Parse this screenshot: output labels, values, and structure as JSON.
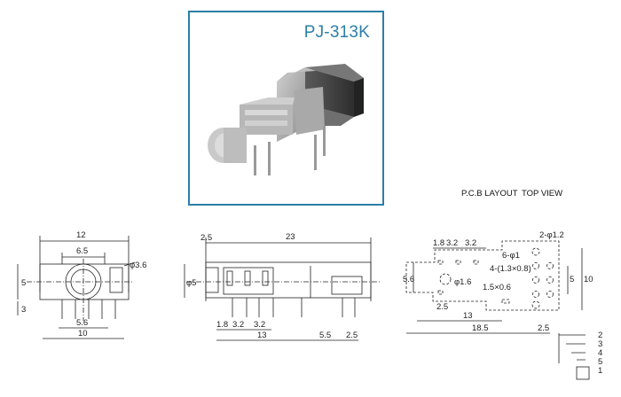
{
  "product": {
    "model": "PJ-313K"
  },
  "pcb": {
    "layout_label": "P.C.B LAYOUT",
    "view_label": "TOP VIEW"
  },
  "front_view": {
    "width": "12",
    "inner": "6.5",
    "hole_dia": "φ3.6",
    "height": "5",
    "lower": "3",
    "pin_pitch": "5.6",
    "base": "10"
  },
  "side_view": {
    "top_offset": "2.5",
    "length": "23",
    "dia": "φ5",
    "p1": "1.8",
    "p2": "3.2",
    "p3": "3.2",
    "span": "13",
    "p4": "5.5",
    "p5": "2.5"
  },
  "pcb_view": {
    "a": "1.8",
    "b": "3.2",
    "c": "3.2",
    "holes_big": "2-φ1.2",
    "holes_six": "6-φ1",
    "slots": "4-(1.3×0.8)",
    "post": "φ1.6",
    "slot": "1.5×0.6",
    "h1": "5.6",
    "h2": "5",
    "h3": "10",
    "left_edge": "2.5",
    "mid": "13",
    "total": "18.5",
    "right": "2.5"
  },
  "schematic": {
    "pins": [
      "2",
      "3",
      "4",
      "5",
      "1"
    ]
  }
}
